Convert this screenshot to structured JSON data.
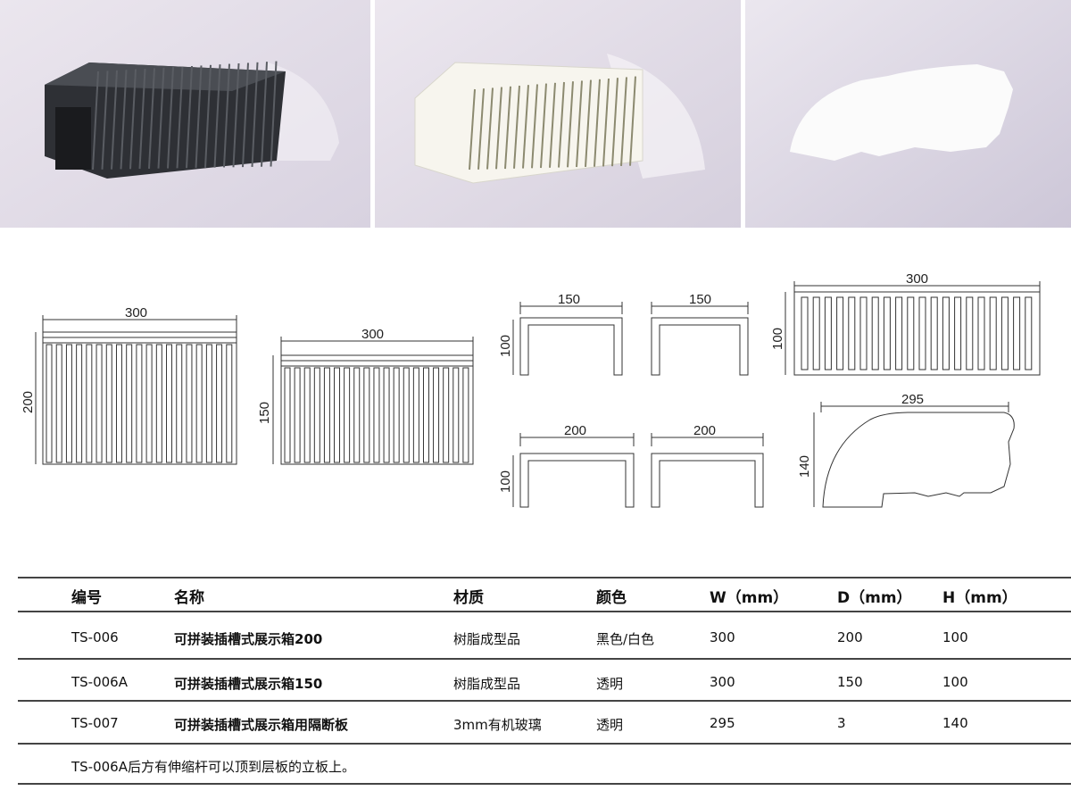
{
  "photos": [
    {
      "name": "black-display-box-photo",
      "color": "#3a3d42"
    },
    {
      "name": "white-display-box-photo",
      "color": "#f4f2ea"
    },
    {
      "name": "divider-panel-photo",
      "color": "#fbfbfb"
    }
  ],
  "drawings": {
    "top_200": {
      "w": "300",
      "d": "200"
    },
    "top_150": {
      "w": "300",
      "d": "150"
    },
    "side_150a": {
      "w": "150",
      "h": "100"
    },
    "side_150b": {
      "w": "150"
    },
    "side_200a": {
      "w": "200",
      "h": "100"
    },
    "side_200b": {
      "w": "200"
    },
    "front": {
      "w": "300",
      "h": "100"
    },
    "divider": {
      "w": "295",
      "h": "140"
    }
  },
  "table": {
    "headers": [
      "编号",
      "名称",
      "材质",
      "颜色",
      "W（mm）",
      "D（mm）",
      "H（mm）"
    ],
    "rows": [
      [
        "TS-006",
        "可拼装插槽式展示箱200",
        "树脂成型品",
        "黑色/白色",
        "300",
        "200",
        "100"
      ],
      [
        "TS-006A",
        "可拼装插槽式展示箱150",
        "树脂成型品",
        "透明",
        "300",
        "150",
        "100"
      ],
      [
        "TS-007",
        "可拼装插槽式展示箱用隔断板",
        "3mm有机玻璃",
        "透明",
        "295",
        "3",
        "140"
      ]
    ],
    "note": "TS-006A后方有伸缩杆可以顶到层板的立板上。"
  }
}
